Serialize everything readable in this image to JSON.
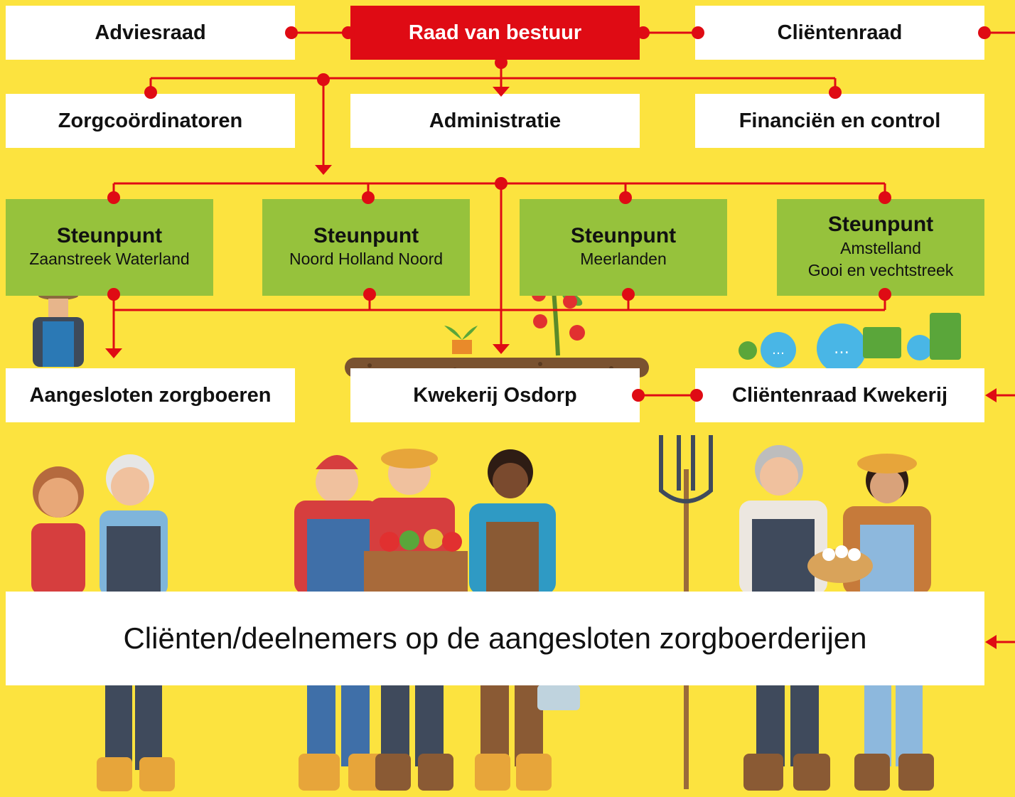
{
  "management": {
    "advisory_board": "Adviesraad",
    "board_of_directors": "Raad van bestuur",
    "client_council": "Cliëntenraad"
  },
  "staff": {
    "care_coordinators": "Zorgcoördinatoren",
    "administration": "Administratie",
    "finance": "Financiën en control"
  },
  "support_points": [
    {
      "title": "Steunpunt",
      "region": [
        "Zaanstreek Waterland"
      ]
    },
    {
      "title": "Steunpunt",
      "region": [
        "Noord Holland Noord"
      ]
    },
    {
      "title": "Steunpunt",
      "region": [
        "Meerlanden"
      ]
    },
    {
      "title": "Steunpunt",
      "region": [
        "Amstelland",
        "Gooi en vechtstreek"
      ]
    }
  ],
  "units": {
    "farmers": "Aangesloten zorgboeren",
    "nursery": "Kwekerij Osdorp",
    "nursery_council": "Cliëntenraad Kwekerij"
  },
  "clients": "Cliënten/deelnemers op de aangesloten zorgboerderijen",
  "colors": {
    "background": "#FCE33F",
    "accent_red": "#DF0B14",
    "steunpunt_green": "#96C23C",
    "box": "#FFFFFF"
  }
}
